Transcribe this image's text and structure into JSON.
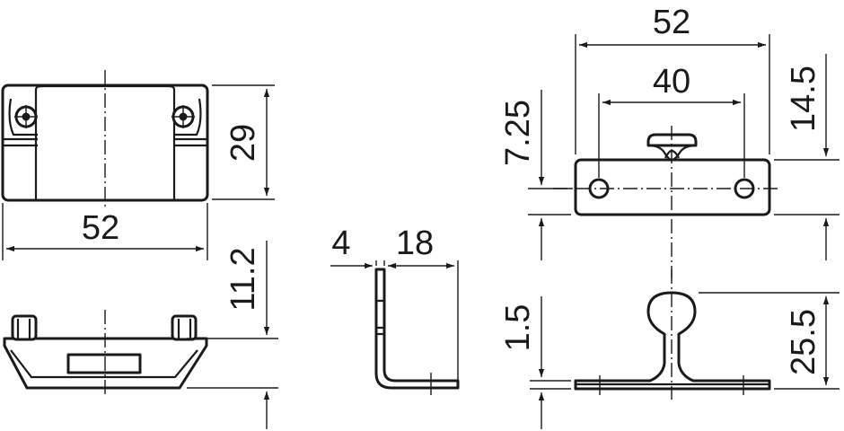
{
  "drawing": {
    "views": {
      "top": {
        "width_label": "52",
        "height_label": "29"
      },
      "front": {
        "height_label": "11.2"
      },
      "side": {
        "thickness_label": "4",
        "depth_label": "18"
      },
      "strike_top": {
        "overall_width_label": "52",
        "hole_spacing_label": "40",
        "hole_offset_label": "7.25",
        "overall_height_label": "14.5"
      },
      "strike_front": {
        "plate_thickness_label": "1.5",
        "overall_height_label": "25.5"
      }
    },
    "colors": {
      "line": "#1a1a1a",
      "background": "#ffffff"
    }
  }
}
